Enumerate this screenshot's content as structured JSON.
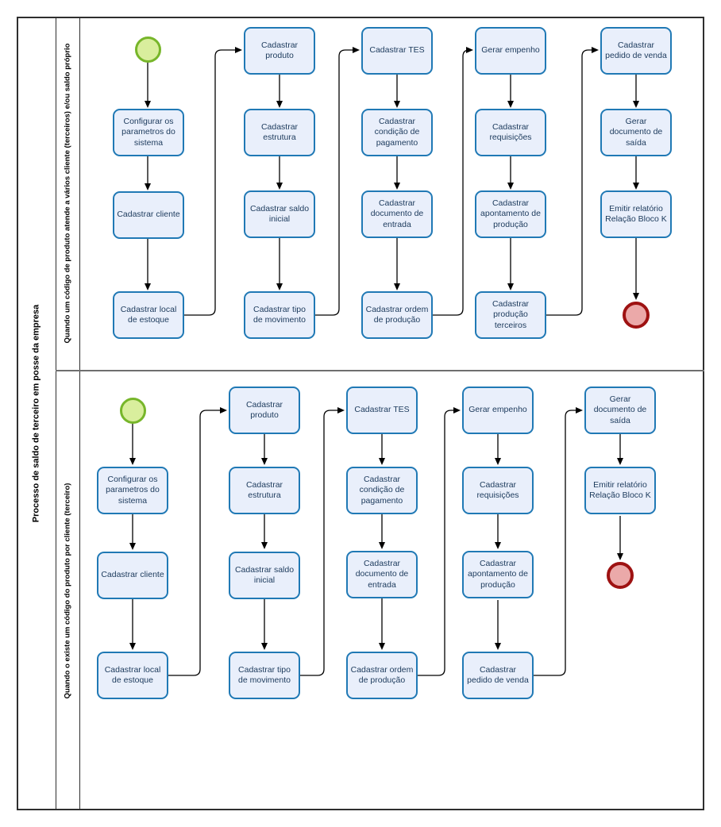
{
  "diagram": {
    "type": "bpmn-process",
    "pool": {
      "title": "Processo de saldo de terceiro em posse da empresa"
    },
    "lanes": [
      {
        "label": "Quando um código de produto atende a vários cliente (terceiros) e/ou saldo próprio",
        "tasks": [
          {
            "id": "configurar-parametros",
            "label": "Configurar os parametros do sistema"
          },
          {
            "id": "cadastrar-cliente",
            "label": "Cadastrar cliente"
          },
          {
            "id": "cadastrar-local-estoque",
            "label": "Cadastrar local de estoque"
          },
          {
            "id": "cadastrar-produto",
            "label": "Cadastrar produto"
          },
          {
            "id": "cadastrar-estrutura",
            "label": "Cadastrar estrutura"
          },
          {
            "id": "cadastrar-saldo-inicial",
            "label": "Cadastrar saldo inicial"
          },
          {
            "id": "cadastrar-tipo-movimento",
            "label": "Cadastrar tipo de movimento"
          },
          {
            "id": "cadastrar-tes",
            "label": "Cadastrar TES"
          },
          {
            "id": "cadastrar-condicao-pagamento",
            "label": "Cadastrar condição de pagamento"
          },
          {
            "id": "cadastrar-documento-entrada",
            "label": "Cadastrar documento de entrada"
          },
          {
            "id": "cadastrar-ordem-producao",
            "label": "Cadastrar ordem de produção"
          },
          {
            "id": "gerar-empenho",
            "label": "Gerar empenho"
          },
          {
            "id": "cadastrar-requisicoes",
            "label": "Cadastrar requisições"
          },
          {
            "id": "cadastrar-apontamento-producao",
            "label": "Cadastrar apontamento de produção"
          },
          {
            "id": "cadastrar-producao-terceiros",
            "label": "Cadastrar produção terceiros"
          },
          {
            "id": "cadastrar-pedido-venda",
            "label": "Cadastrar pedido de venda"
          },
          {
            "id": "gerar-documento-saida",
            "label": "Gerar documento de saída"
          },
          {
            "id": "emitir-relatorio-relacao-bloco-k",
            "label": "Emitir relatório Relação Bloco K"
          }
        ],
        "sequence": [
          "start",
          "configurar-parametros",
          "cadastrar-cliente",
          "cadastrar-local-estoque",
          "cadastrar-produto",
          "cadastrar-estrutura",
          "cadastrar-saldo-inicial",
          "cadastrar-tipo-movimento",
          "cadastrar-tes",
          "cadastrar-condicao-pagamento",
          "cadastrar-documento-entrada",
          "cadastrar-ordem-producao",
          "gerar-empenho",
          "cadastrar-requisicoes",
          "cadastrar-apontamento-producao",
          "cadastrar-producao-terceiros",
          "cadastrar-pedido-venda",
          "gerar-documento-saida",
          "emitir-relatorio-relacao-bloco-k",
          "end"
        ]
      },
      {
        "label": "Quando o existe um código do produto por cliente (terceiro)",
        "tasks": [
          {
            "id": "configurar-parametros",
            "label": "Configurar os parametros do sistema"
          },
          {
            "id": "cadastrar-cliente",
            "label": "Cadastrar cliente"
          },
          {
            "id": "cadastrar-local-estoque",
            "label": "Cadastrar local de estoque"
          },
          {
            "id": "cadastrar-produto",
            "label": "Cadastrar produto"
          },
          {
            "id": "cadastrar-estrutura",
            "label": "Cadastrar estrutura"
          },
          {
            "id": "cadastrar-saldo-inicial",
            "label": "Cadastrar saldo inicial"
          },
          {
            "id": "cadastrar-tipo-movimento",
            "label": "Cadastrar tipo de movimento"
          },
          {
            "id": "cadastrar-tes",
            "label": "Cadastrar TES"
          },
          {
            "id": "cadastrar-condicao-pagamento",
            "label": "Cadastrar condição de pagamento"
          },
          {
            "id": "cadastrar-documento-entrada",
            "label": "Cadastrar documento de entrada"
          },
          {
            "id": "cadastrar-ordem-producao",
            "label": "Cadastrar ordem de produção"
          },
          {
            "id": "gerar-empenho",
            "label": "Gerar empenho"
          },
          {
            "id": "cadastrar-requisicoes",
            "label": "Cadastrar requisições"
          },
          {
            "id": "cadastrar-apontamento-producao",
            "label": "Cadastrar apontamento de produção"
          },
          {
            "id": "cadastrar-pedido-venda",
            "label": "Cadastrar pedido de venda"
          },
          {
            "id": "gerar-documento-saida",
            "label": "Gerar documento de saída"
          },
          {
            "id": "emitir-relatorio-relacao-bloco-k",
            "label": "Emitir relatório Relação Bloco K"
          }
        ],
        "sequence": [
          "start",
          "configurar-parametros",
          "cadastrar-cliente",
          "cadastrar-local-estoque",
          "cadastrar-produto",
          "cadastrar-estrutura",
          "cadastrar-saldo-inicial",
          "cadastrar-tipo-movimento",
          "cadastrar-tes",
          "cadastrar-condicao-pagamento",
          "cadastrar-documento-entrada",
          "cadastrar-ordem-producao",
          "gerar-empenho",
          "cadastrar-requisicoes",
          "cadastrar-apontamento-producao",
          "cadastrar-pedido-venda",
          "gerar-documento-saida",
          "emitir-relatorio-relacao-bloco-k",
          "end"
        ]
      }
    ]
  },
  "colors": {
    "task_fill": "#e9effb",
    "task_border": "#2079b5",
    "task_text": "#1c3a5c",
    "start_event_fill": "#d9ee9d",
    "start_event_border": "#77b62a",
    "end_event_fill": "#eba9a9",
    "end_event_border": "#9e1212",
    "connector": "#000000",
    "pool_border": "#2e2e2e",
    "lane_divider": "#6e6e6e"
  }
}
